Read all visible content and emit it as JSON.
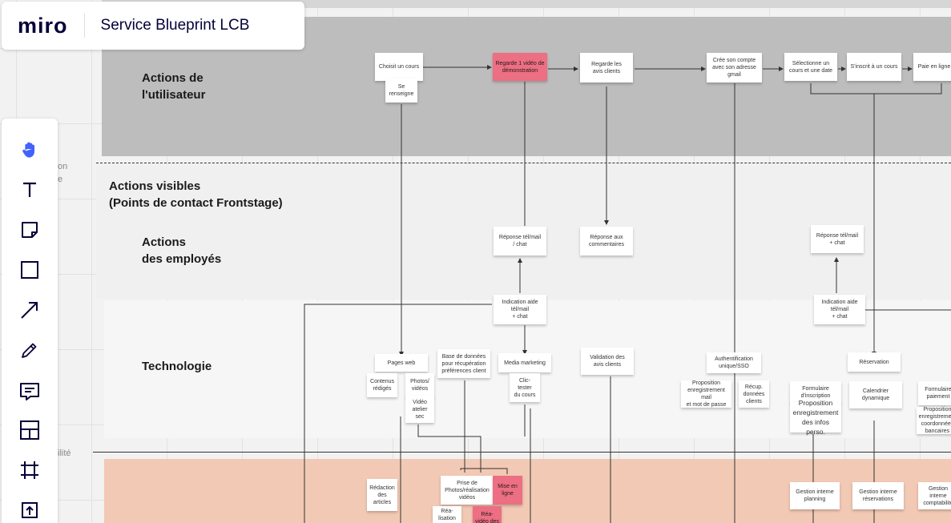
{
  "app": {
    "logo": "miro",
    "board_title": "Service Blueprint LCB"
  },
  "colors": {
    "accent": "#4262ff",
    "note_pink": "#ec6f83",
    "band_user": "#bdbdbd",
    "band_backstage": "#f2c9b4"
  },
  "toolbar": {
    "tools": [
      {
        "name": "hand-tool-icon",
        "active": true
      },
      {
        "name": "text-tool-icon"
      },
      {
        "name": "sticky-note-icon"
      },
      {
        "name": "shape-icon"
      },
      {
        "name": "arrow-connector-icon"
      },
      {
        "name": "pen-icon"
      },
      {
        "name": "comment-icon"
      },
      {
        "name": "templates-icon"
      },
      {
        "name": "frame-icon"
      },
      {
        "name": "upload-icon"
      }
    ]
  },
  "lanes": {
    "user_actions": "Actions de\nl'utilisateur",
    "frontstage": "Actions visibles\n(Points de contact Frontstage)",
    "employees": "Actions\ndes employés",
    "technology": "Technologie"
  },
  "faint_labels": {
    "interaction": "on\ne",
    "visibility": "ilité"
  },
  "notes": {
    "n01": "Choisit un cours",
    "n02": "Se\nrenseigne",
    "n03": "Regarde 1 vidéo de\ndémonstration",
    "n04": "Regarde les\navis clients",
    "n05": "Crée son compte\navec son adresse\ngmail",
    "n06": "Sélectionne un\ncours et une date",
    "n07": "S'inscrit à un cours",
    "n08": "Paie en ligne",
    "n09": "Réponse tél/mail\n/ chat",
    "n10": "Réponse aux\ncommentaires",
    "n11": "Réponse tél/mail\n+ chat",
    "n12": "Indication aide\ntél/mail\n+ chat",
    "n13": "Indication aide\ntél/mail\n+ chat",
    "n14": "Pages web",
    "n15": "Contenus\nrédigés",
    "n16": "Photos/\nvidéos",
    "n17": "Vidéo\natelier\nsec",
    "n18": "Base de données\npour récupération\npréférences client",
    "n19": "Media marketing",
    "n20": "Clic-\ntester\ndu cours",
    "n21": "Validation des\navis clients",
    "n22": "Authentification\nunique/SSO",
    "n23": "Proposition\nenregistrement mail\net mot de passe",
    "n24": "Récup.\ndonnées\nclients",
    "n25": "Formulaire\nd'inscription",
    "n26": "Proposition\nenregistrement\ndes infos perso.",
    "n27": "Réservation",
    "n28": "Calendrier\ndynamique",
    "n29": "Formulaire\npaiement",
    "n30": "Proposition\nenregistrement\ncoordonnées bancaires",
    "n31": "Rédaction\ndes\narticles",
    "n32": "Prise de\nPhotos/réalisation\nvidéos",
    "n33": "Mise en\nligne",
    "n34": "Réa-\nlisation\nvidéo",
    "n35": "Réa-\nvidéo des",
    "n36": "Gestion interne\nplanning",
    "n37": "Gestion interne\nréservations",
    "n38": "Gestion interne\ncomptabilité"
  }
}
